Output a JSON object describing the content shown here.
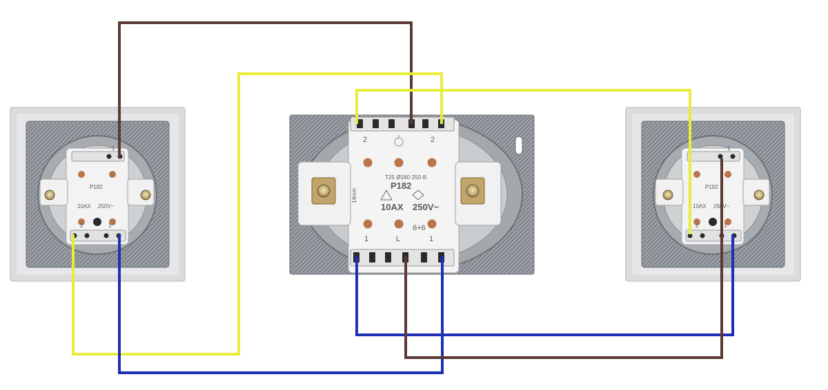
{
  "colors": {
    "wire_brown": "#5b3a35",
    "wire_yellow": "#e8ec3a",
    "wire_blue": "#1e2fb4",
    "frame": "#d9d9db",
    "metal": "#8c9196",
    "body": "#f0f0f0"
  },
  "left_switch": {
    "model": "P182",
    "rating_a": "10AX",
    "rating_v": "250V~",
    "terminal_top": "1",
    "terminal_bottom_left": "2",
    "terminal_bottom_right": "1"
  },
  "center_switch": {
    "code": "T25·Ø180·250·B",
    "model": "P182",
    "rating_a": "10AX",
    "rating_v": "250V~",
    "contacts": "6+6",
    "strip": "14mm",
    "terminal_top_left": "2",
    "terminal_top_right": "2",
    "terminal_bottom_left": "1",
    "terminal_bottom_center": "L",
    "terminal_bottom_right": "1"
  },
  "right_switch": {
    "model": "P182",
    "rating_a": "10AX",
    "rating_v": "250V~",
    "terminal_top": "1",
    "terminal_bottom_left": "2",
    "terminal_bottom_right": "1"
  }
}
